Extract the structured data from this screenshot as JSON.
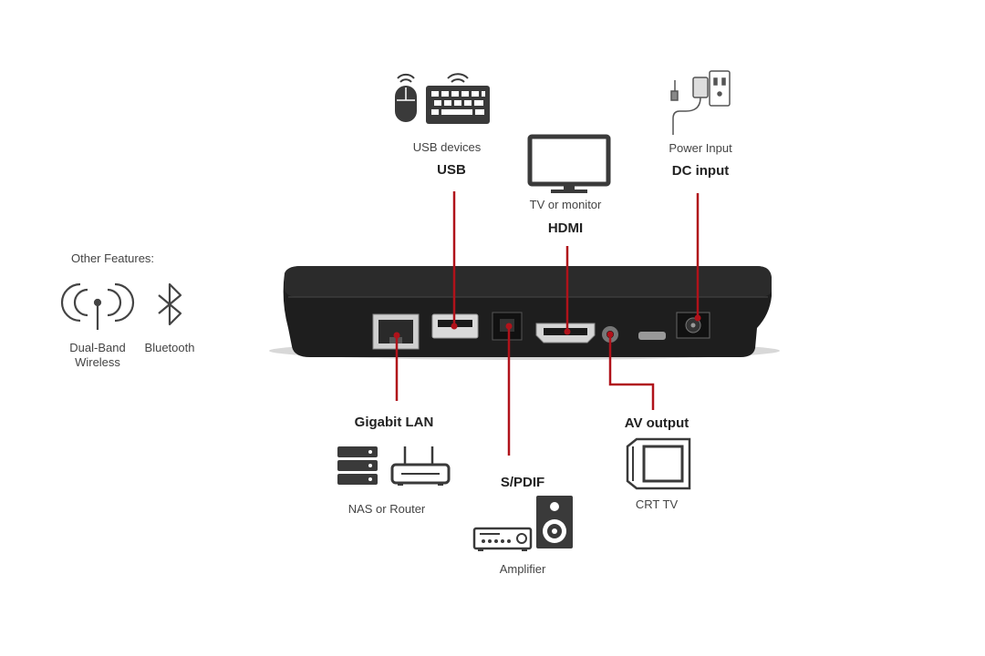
{
  "features": {
    "title": "Other Features:",
    "items": [
      {
        "label": "Dual-Band\nWireless",
        "icon": "wireless-icon"
      },
      {
        "label": "Bluetooth",
        "icon": "bluetooth-icon"
      }
    ]
  },
  "ports": {
    "usb": {
      "title": "USB",
      "device": "USB devices"
    },
    "hdmi": {
      "title": "HDMI",
      "device": "TV or monitor"
    },
    "dc": {
      "title": "DC input",
      "device": "Power Input"
    },
    "lan": {
      "title": "Gigabit LAN",
      "device": "NAS or Router"
    },
    "spdif": {
      "title": "S/PDIF",
      "device": "Amplifier"
    },
    "av": {
      "title": "AV output",
      "device": "CRT TV"
    }
  },
  "colors": {
    "connector_line": "#b0121a",
    "device_body": "#1c1c1c",
    "icon": "#3a3a3a"
  }
}
